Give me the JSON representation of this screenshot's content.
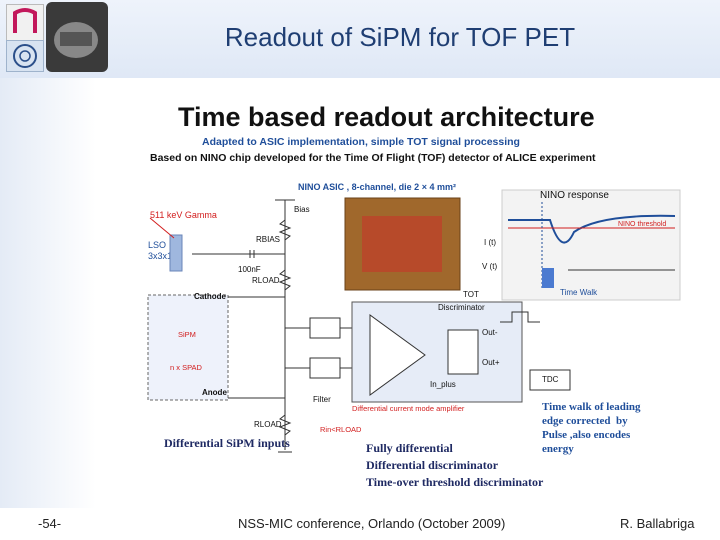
{
  "header": {
    "title": "Readout of SiPM for TOF PET"
  },
  "footer": {
    "page": "-54-",
    "conference": "NSS-MIC conference, Orlando (October 2009)",
    "author": "R. Ballabriga"
  },
  "slide": {
    "title": "Time based readout architecture",
    "subtitle1": "Adapted to ASIC implementation, simple TOT signal processing",
    "subtitle2": "Based on NINO chip developed for the Time Of Flight (TOF) detector of ALICE experiment",
    "nino_asic": "NINO ASIC , 8-channel, die 2 × 4 mm²",
    "gamma": "511 keV Gamma",
    "lso": "LSO\n3x3x15",
    "bias": "Bias",
    "rbias": "RBIAS",
    "cap": "100nF",
    "rload_top": "RLOAD",
    "rload_bottom": "RLOAD",
    "cathode": "Cathode",
    "anode": "Anode",
    "sipm": "SiPM",
    "nxspad": "n x SPAD",
    "tot": "TOT",
    "discriminator": "Discriminator",
    "out_minus": "Out-",
    "out_plus": "Out+",
    "in_plus": "In_plus",
    "filter": "Filter",
    "tdc": "TDC",
    "diff_amp": "Differential current mode amplifier",
    "rin_rload": "Rin<RLOAD",
    "nino_response": "NINO response",
    "time_walk": "Time Walk",
    "nino_threshold": "NINO threshold",
    "i_t": "I (t)",
    "v_t": "V (t)",
    "time_walk_text": "Time walk of leading\nedge corrected  by\nPulse ,also encodes\nenergy",
    "diff_sipm_inputs": "Differential SiPM inputs",
    "fully_diff": "Fully differential",
    "diff_disc": "Differential discriminator",
    "tot_disc": "Time-over threshold discriminator"
  },
  "colors": {
    "title": "#1f3e73",
    "accent_blue": "#1f4e9a",
    "accent_red": "#d21e1e"
  },
  "icons": [
    "cern-logo-icon",
    "lab-logo-icon",
    "detector-photo-icon",
    "chip-photo-icon"
  ]
}
